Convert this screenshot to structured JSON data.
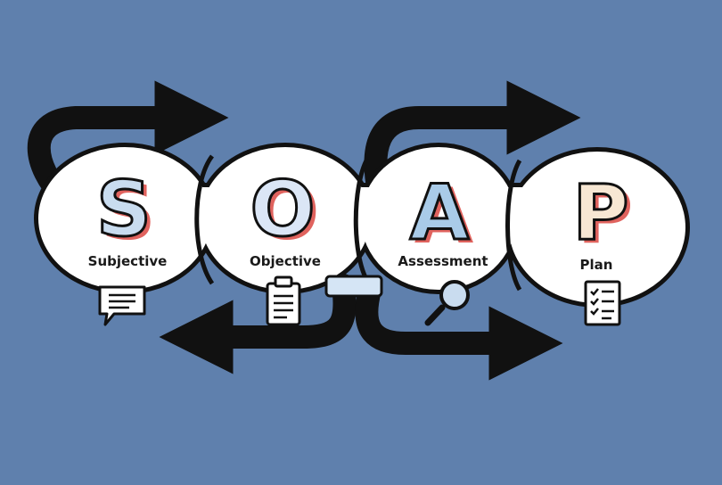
{
  "diagram": {
    "steps": [
      {
        "letter": "S",
        "label": "Subjective",
        "fill": "#c9dcef",
        "icon": "speech-bubble-icon"
      },
      {
        "letter": "O",
        "label": "Objective",
        "fill": "#dbe6f6",
        "icon": "clipboard-icon"
      },
      {
        "letter": "A",
        "label": "Assessment",
        "fill": "#a9cbe8",
        "icon": "magnifying-glass-icon"
      },
      {
        "letter": "P",
        "label": "Plan",
        "fill": "#f7e7d3",
        "icon": "checklist-icon"
      }
    ],
    "colors": {
      "background": "#5f80ad",
      "bubble": "#ffffff",
      "outline": "#111111",
      "letter_shadow": "#e0635e",
      "connector": "#d5e5f5"
    }
  }
}
